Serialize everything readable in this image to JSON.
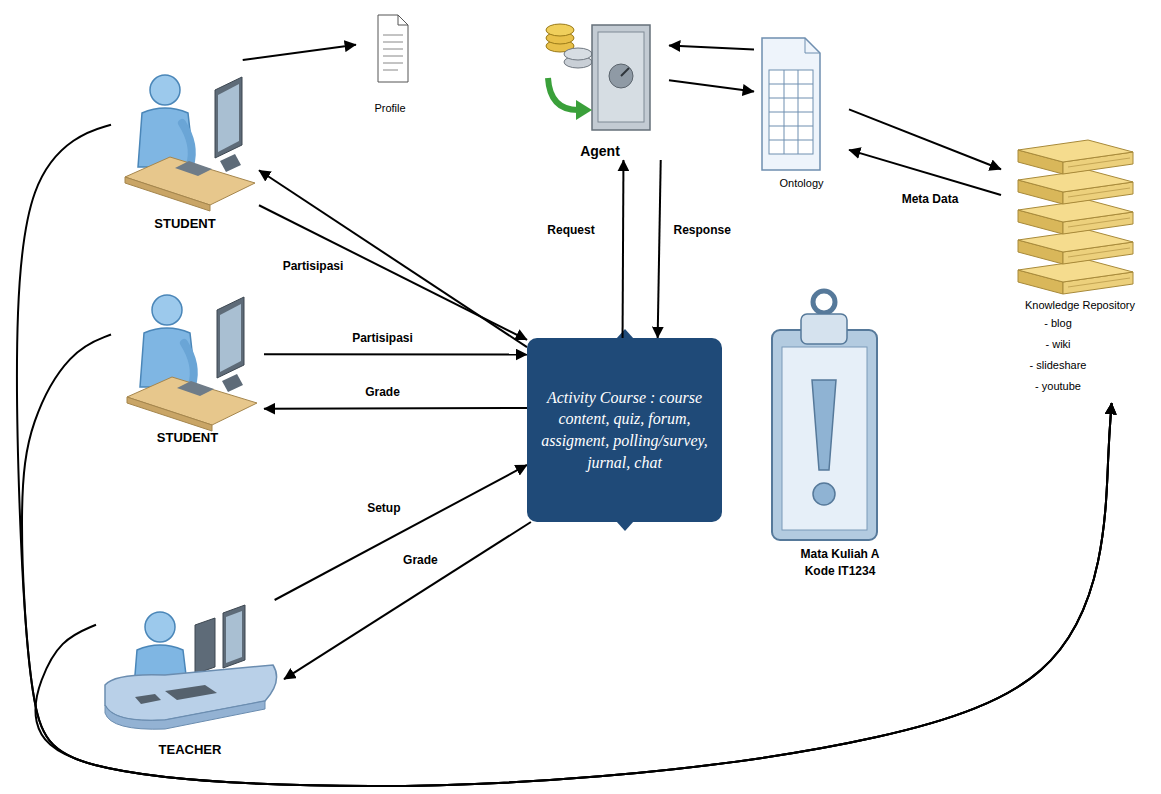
{
  "diagram": {
    "nodes": [
      {
        "text": [
          "STUDENT"
        ]
      },
      {
        "text": [
          "Profile"
        ]
      },
      {
        "text": [
          "Agent"
        ]
      },
      {
        "text": [
          "Ontology"
        ]
      },
      {
        "text": [
          "Knowledge Repository",
          "- blog",
          "- wiki",
          "- slideshare",
          "- youtube"
        ]
      },
      {
        "text": [
          "Activity Course : course content, quiz, forum, assigment, polling/survey, jurnal, chat"
        ]
      },
      {
        "text": [
          "STUDENT"
        ]
      },
      {
        "text": [
          "Mata Kuliah A Kode IT1234"
        ]
      },
      {
        "text": [
          "TEACHER"
        ]
      }
    ],
    "edges": [
      {
        "from": 0,
        "to": 1,
        "arrow": "to"
      },
      {
        "from": 0,
        "to": 5,
        "label": "Partisipasi",
        "arrow": "to"
      },
      {
        "from": 5,
        "to": 0,
        "arrow": "to"
      },
      {
        "from": 6,
        "to": 5,
        "label": "Partisipasi",
        "arrow": "to"
      },
      {
        "from": 5,
        "to": 6,
        "label": "Grade",
        "arrow": "to"
      },
      {
        "from": 8,
        "to": 5,
        "label": "Setup",
        "arrow": "to"
      },
      {
        "from": 5,
        "to": 8,
        "label": "Grade",
        "arrow": "to"
      },
      {
        "from": 5,
        "to": 2,
        "label": "Request",
        "arrow": "to"
      },
      {
        "from": 2,
        "to": 5,
        "label": "Response",
        "arrow": "to"
      },
      {
        "from": 3,
        "to": 2,
        "arrow": "to"
      },
      {
        "from": 2,
        "to": 3,
        "arrow": "to"
      },
      {
        "from": 3,
        "to": 4,
        "arrow": "to"
      },
      {
        "from": 4,
        "to": 3,
        "label": "Meta Data",
        "arrow": "to"
      },
      {
        "from": 0,
        "to": 4,
        "arrow": "to"
      },
      {
        "from": 6,
        "to": 4,
        "arrow": "to"
      },
      {
        "from": 8,
        "to": 4,
        "arrow": "to"
      }
    ]
  }
}
